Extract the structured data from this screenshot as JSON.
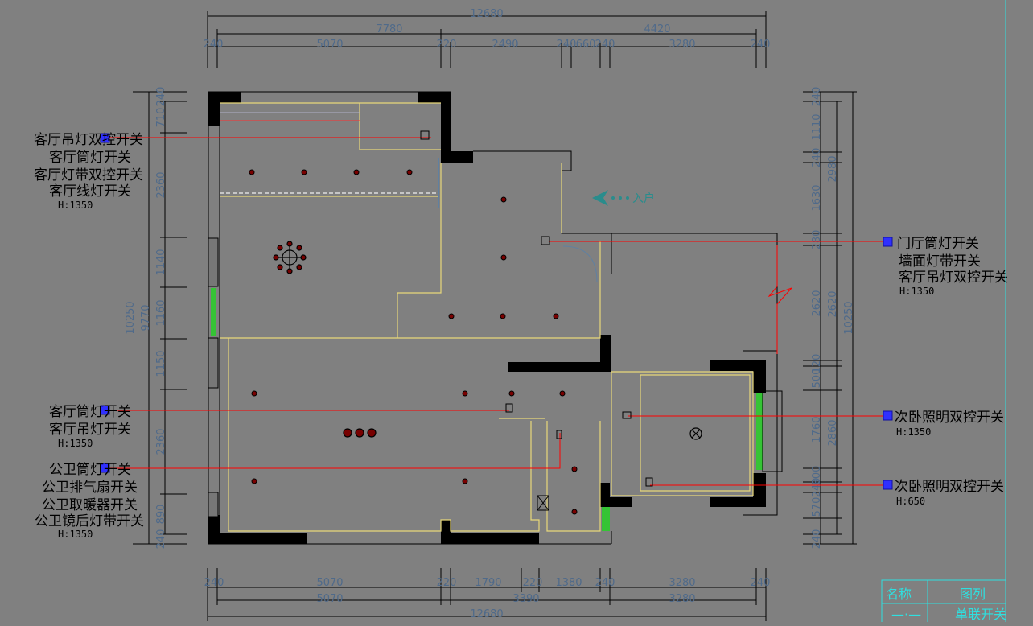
{
  "colors": {
    "background": "#808080",
    "wall": "#000000",
    "ceiling_line": "#e8d87a",
    "dim_line": "#000000",
    "dim_text": "#4f6a8a",
    "leader": "#ff0000",
    "window": "#35c435",
    "legend": "#2ee0e0",
    "switch_marker": "#0000ff",
    "entry_arrow": "#2a8c8c"
  },
  "dims": {
    "top": {
      "total": "12680",
      "row2": [
        "7780",
        "4420"
      ],
      "row3": [
        "240",
        "5070",
        "220",
        "2490",
        "240",
        "660",
        "240",
        "3280",
        "240"
      ]
    },
    "bottom": {
      "row1": [
        "240",
        "5070",
        "220",
        "1790",
        "220",
        "1380",
        "240",
        "3280",
        "240"
      ],
      "row2": [
        "5070",
        "3390",
        "3280"
      ],
      "total": "12680"
    },
    "left": {
      "total": "10250",
      "mid": "9770",
      "segments": [
        "240",
        "710",
        "2360",
        "1140",
        "1160",
        "1150",
        "2360",
        "890",
        "240"
      ]
    },
    "right": {
      "total": "10250",
      "mid": [
        "2980",
        "2620",
        "2860"
      ],
      "segments": [
        "240",
        "1110",
        "240",
        "1630",
        "280",
        "2620",
        "120",
        "500",
        "1760",
        "300",
        "240",
        "570",
        "240"
      ]
    }
  },
  "entry": {
    "label": "入户",
    "icon": "entry-arrow-icon"
  },
  "annotations": {
    "living_top": {
      "lines": [
        "客厅吊灯双控开关",
        "客厅筒灯开关",
        "客厅灯带双控开关",
        "客厅线灯开关"
      ],
      "height": "H:1350"
    },
    "entry_right": {
      "lines": [
        "门厅筒灯开关",
        "墙面灯带开关",
        "客厅吊灯双控开关"
      ],
      "height": "H:1350"
    },
    "living_lower": {
      "lines": [
        "客厅筒灯开关",
        "客厅吊灯开关"
      ],
      "height": "H:1350"
    },
    "bath": {
      "lines": [
        "公卫筒灯开关",
        "公卫排气扇开关",
        "公卫取暖器开关",
        "公卫镜后灯带开关"
      ],
      "height": "H:1350"
    },
    "bedroom_1": {
      "lines": [
        "次卧照明双控开关"
      ],
      "height": "H:1350"
    },
    "bedroom_2": {
      "lines": [
        "次卧照明双控开关"
      ],
      "height": "H:650"
    }
  },
  "legend": {
    "header_name": "名称",
    "header_symbol": "图列",
    "row_symbol": "—·—",
    "row_name": "单联开关"
  }
}
